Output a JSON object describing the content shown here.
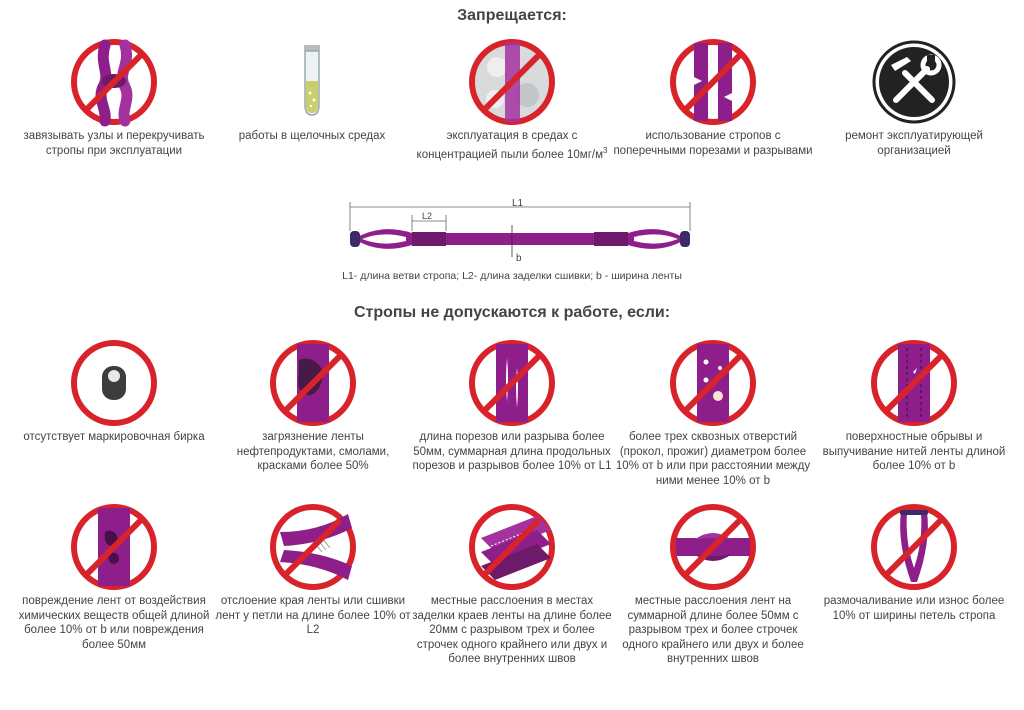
{
  "forbidden_title": "Запрещается:",
  "forbidden": [
    {
      "icon": "knot-sling-icon",
      "caption": "завязывать узлы и перекручивать стропы при эксплуатации"
    },
    {
      "icon": "test-tube-icon",
      "caption": "работы в щелочных средах"
    },
    {
      "icon": "dust-sling-icon",
      "caption": "эксплуатация в средах с концентрацией пыли более 10мг/м",
      "caption_sup": "3"
    },
    {
      "icon": "cut-sling-icon",
      "caption": "использование стропов с поперечными порезами и разрывами"
    },
    {
      "icon": "repair-tools-icon",
      "caption": "ремонт эксплуатирующей организацией"
    }
  ],
  "diagram": {
    "l1": "L1",
    "l2": "L2",
    "b": "b",
    "legend": "L1- длина ветви стропа; L2- длина заделки сшивки; b - ширина ленты"
  },
  "rejected_title": "Стропы не допускаются к работе, если:",
  "rejected": [
    {
      "icon": "missing-tag-icon",
      "caption": "отсутствует маркировочная бирка"
    },
    {
      "icon": "dirty-sling-icon",
      "caption": "загрязнение ленты нефтепродуктами, смолами, красками более 50%"
    },
    {
      "icon": "longitudinal-cuts-icon",
      "caption": "длина порезов или разрыва более 50мм, суммарная длина продольных порезов и разрывов более 10% от L1"
    },
    {
      "icon": "through-holes-icon",
      "caption": "более трех сквозных отверстий (прокол, прожиг) диаметром более 10% от b или при расстоянии между ними менее 10% от b"
    },
    {
      "icon": "broken-threads-icon",
      "caption": "поверхностные обрывы и выпучивание нитей ленты длиной более 10% от b"
    },
    {
      "icon": "chemical-damage-icon",
      "caption": "повреждение лент от воздействия химических веществ общей длиной более 10% от b или повреждения более 50мм"
    },
    {
      "icon": "peeling-edge-icon",
      "caption": "отслоение края ленты или сшивки лент у петли на длине более 10% от L2"
    },
    {
      "icon": "seam-delamination-icon",
      "caption": "местные расслоения в местах заделки краев ленты на длине более 20мм с разрывом трех и более строчек одного крайнего или двух и более внутренних швов"
    },
    {
      "icon": "tape-delamination-icon",
      "caption": "местные расслоения лент на суммарной длине более 50мм с разрывом трех и более строчек одного крайнего или двух и более внутренних швов"
    },
    {
      "icon": "loop-wear-icon",
      "caption": "размочаливание или износ более 10% от ширины петель стропа"
    }
  ],
  "colors": {
    "red": "#d9232a",
    "purple": "#8e1f8a",
    "dark_purple": "#5a1a6a",
    "text": "#444444"
  }
}
